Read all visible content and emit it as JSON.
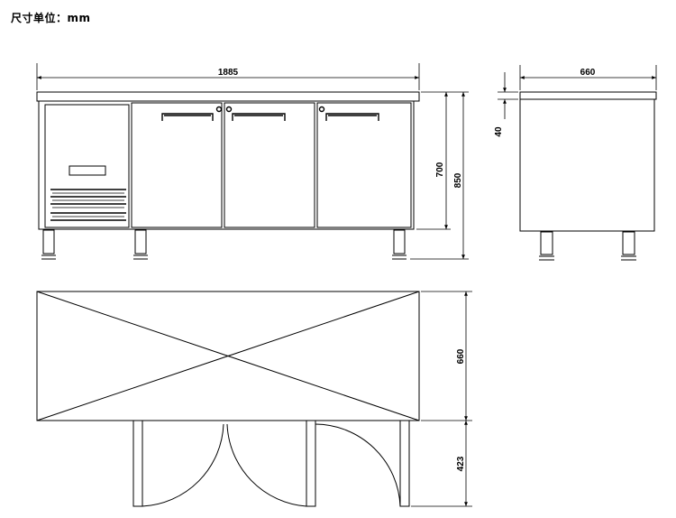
{
  "header": {
    "unit_label": "尺寸单位：mm"
  },
  "dimensions": {
    "front_width": "1885",
    "side_depth": "660",
    "worktop_thickness": "40",
    "cabinet_height": "700",
    "overall_height": "850",
    "plan_depth": "660",
    "door_swing": "423"
  }
}
